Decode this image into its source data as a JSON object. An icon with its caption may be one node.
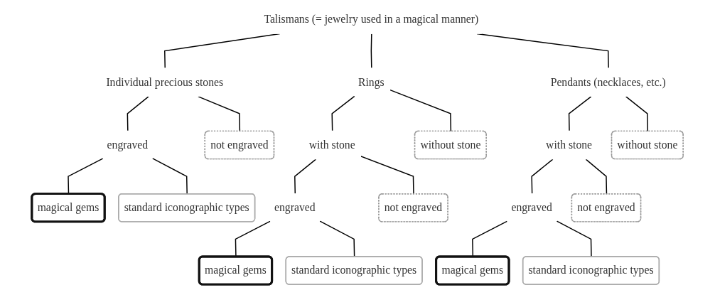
{
  "diagram": {
    "nodes": [
      {
        "text": [
          "Talismans (= jewelry used in a magical manner)"
        ]
      },
      {
        "text": [
          "Individual precious stones"
        ]
      },
      {
        "text": [
          "Rings"
        ]
      },
      {
        "text": [
          "Pendants (necklaces, etc.)"
        ]
      },
      {
        "text": [
          "engraved"
        ]
      },
      {
        "text": [
          "not engraved"
        ]
      },
      {
        "text": [
          "magical gems"
        ]
      },
      {
        "text": [
          "standard iconographic types"
        ]
      },
      {
        "text": [
          "with stone"
        ]
      },
      {
        "text": [
          "without stone"
        ]
      },
      {
        "text": [
          "engraved"
        ]
      },
      {
        "text": [
          "not engraved"
        ]
      },
      {
        "text": [
          "magical gems"
        ]
      },
      {
        "text": [
          "standard iconographic types"
        ]
      },
      {
        "text": [
          "with stone"
        ]
      },
      {
        "text": [
          "without stone"
        ]
      },
      {
        "text": [
          "engraved"
        ]
      },
      {
        "text": [
          "not engraved"
        ]
      },
      {
        "text": [
          "magical gems"
        ]
      },
      {
        "text": [
          "standard iconographic types"
        ]
      }
    ],
    "edges": [
      {
        "from": 0,
        "to": 1,
        "arrow": "none"
      },
      {
        "from": 0,
        "to": 2,
        "arrow": "none"
      },
      {
        "from": 0,
        "to": 3,
        "arrow": "none"
      },
      {
        "from": 1,
        "to": 4,
        "arrow": "none"
      },
      {
        "from": 1,
        "to": 5,
        "arrow": "none"
      },
      {
        "from": 4,
        "to": 6,
        "arrow": "none"
      },
      {
        "from": 4,
        "to": 7,
        "arrow": "none"
      },
      {
        "from": 2,
        "to": 8,
        "arrow": "none"
      },
      {
        "from": 2,
        "to": 9,
        "arrow": "none"
      },
      {
        "from": 8,
        "to": 10,
        "arrow": "none"
      },
      {
        "from": 8,
        "to": 11,
        "arrow": "none"
      },
      {
        "from": 10,
        "to": 12,
        "arrow": "none"
      },
      {
        "from": 10,
        "to": 13,
        "arrow": "none"
      },
      {
        "from": 3,
        "to": 14,
        "arrow": "none"
      },
      {
        "from": 3,
        "to": 15,
        "arrow": "none"
      },
      {
        "from": 14,
        "to": 16,
        "arrow": "none"
      },
      {
        "from": 14,
        "to": 17,
        "arrow": "none"
      },
      {
        "from": 16,
        "to": 18,
        "arrow": "none"
      },
      {
        "from": 16,
        "to": 19,
        "arrow": "none"
      }
    ]
  }
}
